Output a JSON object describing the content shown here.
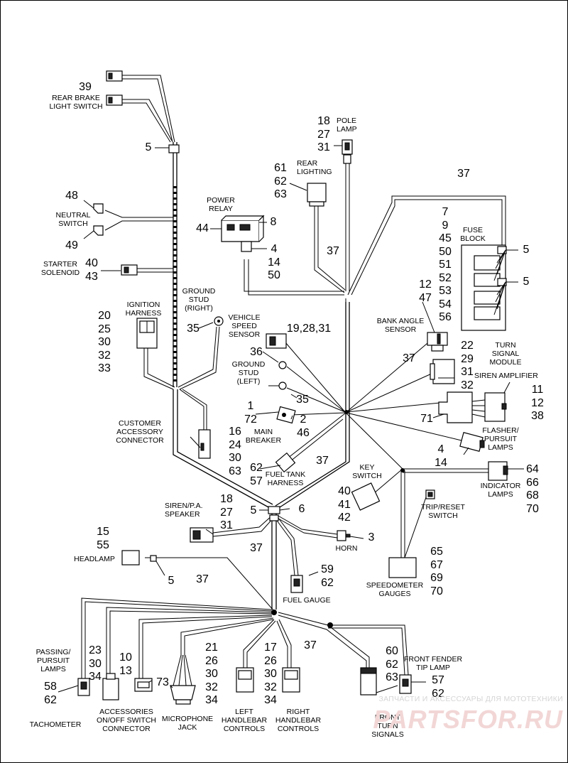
{
  "labels": {
    "rear_brake_light_switch": "REAR BRAKE\nLIGHT SWITCH",
    "neutral_switch": "NEUTRAL\nSWITCH",
    "starter_solenoid": "STARTER\nSOLENOID",
    "ignition_harness": "IGNITION\nHARNESS",
    "ground_stud_right": "GROUND\nSTUD\n(RIGHT)",
    "power_relay": "POWER\nRELAY",
    "pole_lamp": "POLE\nLAMP",
    "rear_lighting": "REAR\nLIGHTING",
    "fuse_block": "FUSE\nBLOCK",
    "vehicle_speed_sensor": "VEHICLE\nSPEED\nSENSOR",
    "ground_stud_left": "GROUND\nSTUD\n(LEFT)",
    "bank_angle_sensor": "BANK ANGLE\nSENSOR",
    "turn_signal_module": "TURN\nSIGNAL\nMODULE",
    "siren_amplifier": "SIREN AMPLIFIER",
    "customer_accessory_connector": "CUSTOMER\nACCESSORY\nCONNECTOR",
    "main_breaker": "MAIN\nBREAKER",
    "flasher_pursuit_lamps": "FLASHER/\nPURSUIT\nLAMPS",
    "fuel_tank_harness": "FUEL TANK\nHARNESS",
    "key_switch": "KEY\nSWITCH",
    "indicator_lamps": "INDICATOR\nLAMPS",
    "siren_pa_speaker": "SIREN/P.A.\nSPEAKER",
    "trip_reset_switch": "TRIP/RESET\nSWITCH",
    "headlamp": "HEADLAMP",
    "horn": "HORN",
    "fuel_gauge": "FUEL GAUGE",
    "speedometer_gauges": "SPEEDOMETER\nGAUGES",
    "passing_pursuit_lamps": "PASSING/\nPURSUIT\nLAMPS",
    "front_fender_tip_lamp": "FRONT FENDER\nTIP LAMP",
    "tachometer": "TACHOMETER",
    "accessories_switch_connector": "ACCESSORIES\nON/OFF SWITCH\nCONNECTOR",
    "microphone_jack": "MICROPHONE\nJACK",
    "left_handlebar_controls": "LEFT\nHANDLEBAR\nCONTROLS",
    "right_handlebar_controls": "RIGHT\nHANDLEBAR\nCONTROLS",
    "front_turn_signals": "FRONT\nTURN\nSIGNALS"
  },
  "callouts": {
    "c39": "39",
    "c5_top": "5",
    "c48": "48",
    "c49": "49",
    "c40_43": [
      "40",
      "43"
    ],
    "c20_33": [
      "20",
      "25",
      "30",
      "32",
      "33"
    ],
    "c35_right": "35",
    "c44": "44",
    "c8": "8",
    "c4_14_50": [
      "4",
      "14",
      "50"
    ],
    "c18_27_31_pole": [
      "18",
      "27",
      "31"
    ],
    "c61_62_63": [
      "61",
      "62",
      "63"
    ],
    "c37_relay": "37",
    "c37_top": "37",
    "c_fuse_nums": [
      "7",
      "9",
      "45",
      "50",
      "51",
      "52",
      "53",
      "54",
      "56"
    ],
    "c5_fuse_a": "5",
    "c5_fuse_b": "5",
    "c19_28_31": "19,28,31",
    "c36": "36",
    "c35_left": "35",
    "c12_47": [
      "12",
      "47"
    ],
    "c22_32": [
      "22",
      "29",
      "31",
      "32"
    ],
    "c37_bank": "37",
    "c11_12_38": [
      "11",
      "12",
      "38"
    ],
    "c71": "71",
    "c1_72": [
      "1",
      "72"
    ],
    "c2_46": [
      "2",
      "46"
    ],
    "c16_63": [
      "16",
      "24",
      "30",
      "63"
    ],
    "c62_57": [
      "62",
      "57"
    ],
    "c37_fuel": "37",
    "c4_14_flasher": [
      "4",
      "14"
    ],
    "c64_70": [
      "64",
      "66",
      "68",
      "70"
    ],
    "c40_42": [
      "40",
      "41",
      "42"
    ],
    "c18_27_31_siren": [
      "18",
      "27",
      "31"
    ],
    "c5_mid": "5",
    "c6": "6",
    "c15_55": [
      "15",
      "55"
    ],
    "c3": "3",
    "c37_mid": "37",
    "c5_head": "5",
    "c37_head": "37",
    "c59_62": [
      "59",
      "62"
    ],
    "c65_70": [
      "65",
      "67",
      "69",
      "70"
    ],
    "c37_low": "37",
    "c23_34": [
      "23",
      "30",
      "34"
    ],
    "c10_13": [
      "10",
      "13"
    ],
    "c21_34": [
      "21",
      "26",
      "30",
      "32",
      "34"
    ],
    "c17_34": [
      "17",
      "26",
      "30",
      "32",
      "34"
    ],
    "c60_63": [
      "60",
      "62",
      "63"
    ],
    "c57_62": [
      "57",
      "62"
    ],
    "c58_62": [
      "58",
      "62"
    ],
    "c73": "73"
  },
  "watermark": {
    "top": "ЗАПЧАСТИ И АКСЕССУАРЫ ДЛЯ МОТОТЕХНИКИ",
    "logo": "PARTSFOR.RU"
  }
}
